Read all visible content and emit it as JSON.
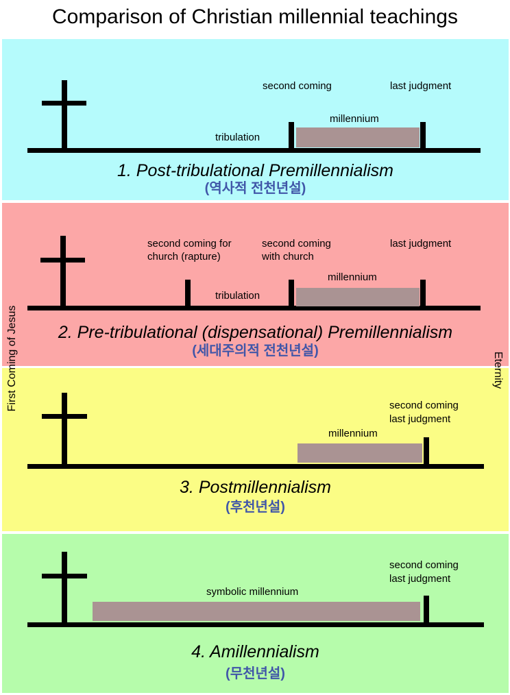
{
  "title": "Comparison of Christian millennial teachings",
  "side_labels": {
    "left": "First Coming of Jesus",
    "right": "Eternity"
  },
  "panels": [
    {
      "caption": "1. Post-tribulational Premillennialism",
      "korean": "(역사적 전천년설)",
      "background": "#b5fbfc",
      "labels": {
        "second_coming": "second coming",
        "last_judgment": "last judgment",
        "millennium": "millennium",
        "tribulation": "tribulation"
      }
    },
    {
      "caption": "2. Pre-tribulational (dispensational) Premillennialism",
      "korean": "(세대주의적 전천년설)",
      "background": "#fca7a7",
      "labels": {
        "rapture_line1": "second coming for",
        "rapture_line2": "church (rapture)",
        "second_coming_line1": "second coming",
        "second_coming_line2": "with church",
        "last_judgment": "last judgment",
        "millennium": "millennium",
        "tribulation": "tribulation"
      }
    },
    {
      "caption": "3. Postmillennialism",
      "korean": "(후천년설)",
      "background": "#fbfd85",
      "labels": {
        "second_coming": "second coming",
        "last_judgment": "last judgment",
        "millennium": "millennium"
      }
    },
    {
      "caption": "4. Amillennialism",
      "korean": "(무천년설)",
      "background": "#b6fcab",
      "labels": {
        "second_coming": "second coming",
        "last_judgment": "last judgment",
        "millennium": "symbolic millennium"
      }
    }
  ],
  "colors": {
    "millennium_block": "#aa9393",
    "korean_text": "#4056a8",
    "timeline": "#000000"
  }
}
